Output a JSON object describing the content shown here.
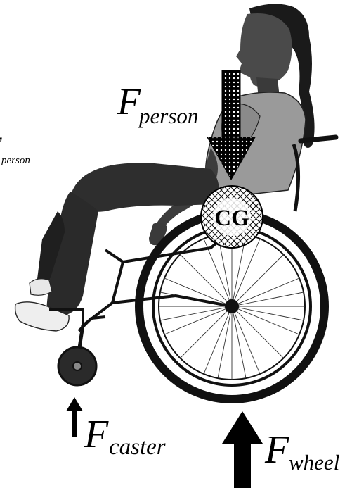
{
  "labels": {
    "f_person_main": "F",
    "f_person_main_sub": "person",
    "f_person_edge": "F",
    "f_person_edge_sub": "person",
    "cg": "CG",
    "f_caster": "F",
    "f_caster_sub": "caster",
    "f_wheel": "F",
    "f_wheel_sub": "wheel"
  }
}
